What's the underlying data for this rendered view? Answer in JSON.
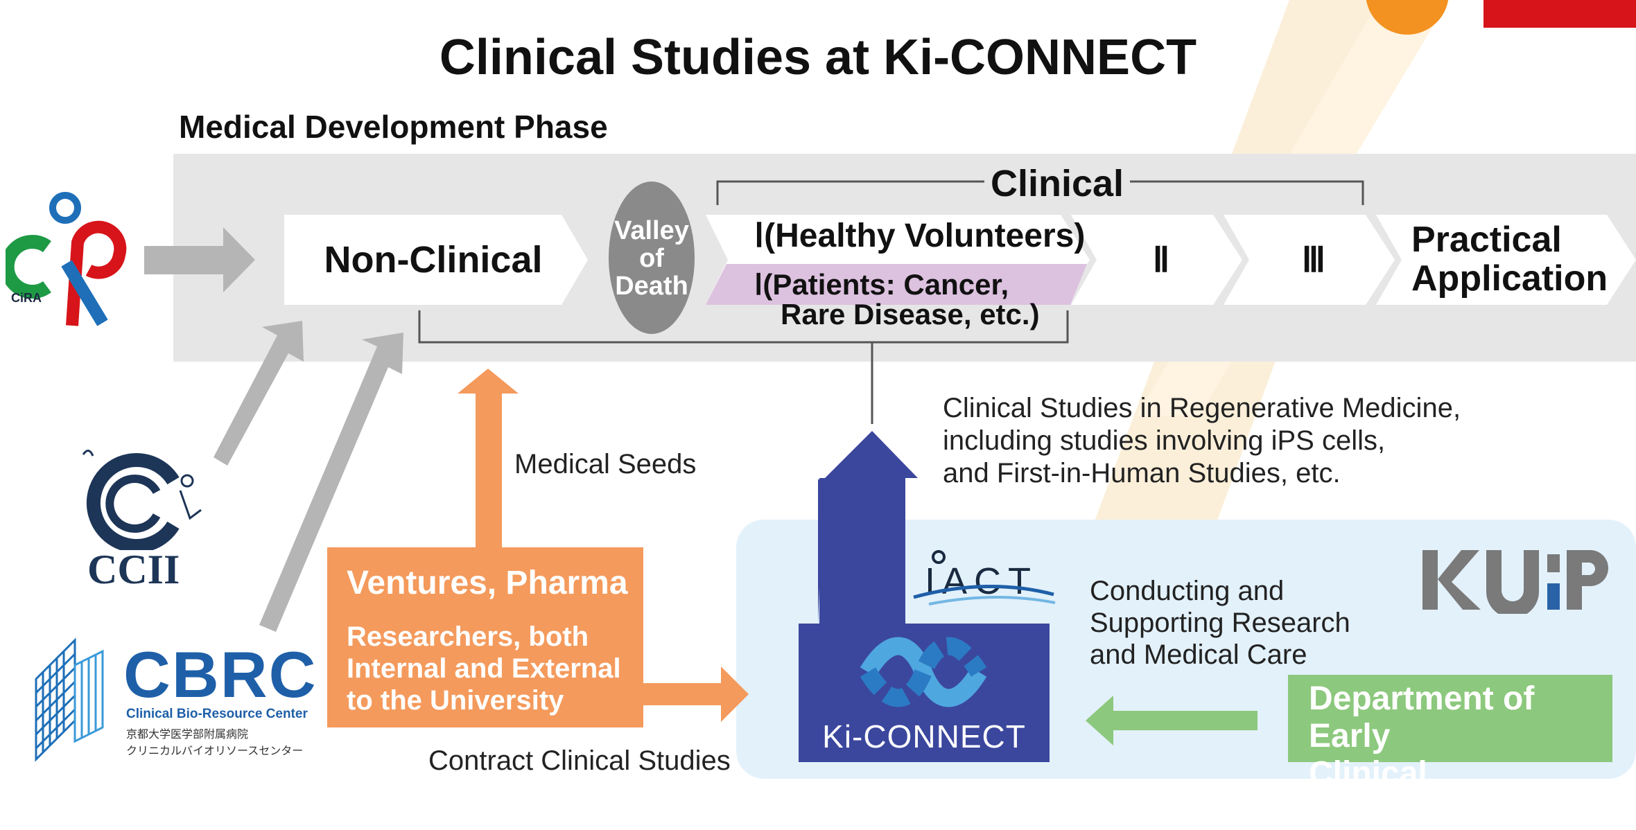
{
  "title": "Clinical Studies at Ki-CONNECT",
  "phase_title": "Medical Development Phase",
  "clinical_label": "Clinical",
  "phases": {
    "non_clinical": "Non-Clinical",
    "valley": [
      "Valley",
      "of",
      "Death"
    ],
    "phase1_healthy": "Ⅰ(Healthy Volunteers)",
    "phase1_patients_line1": "Ⅰ(Patients: Cancer,",
    "phase1_patients_line2": "Rare Disease, etc.)",
    "phase2": "Ⅱ",
    "phase3": "Ⅲ",
    "practical": [
      "Practical",
      "Application"
    ]
  },
  "medical_seeds": "Medical Seeds",
  "clinical_desc": [
    "Clinical Studies in Regenerative Medicine,",
    "including studies involving iPS cells,",
    "and First-in-Human Studies, etc."
  ],
  "ventures": {
    "title": "Ventures, Pharma",
    "lines": [
      "Researchers, both",
      "Internal and External",
      "to the University"
    ]
  },
  "contract": "Contract Clinical Studies",
  "conducting": [
    "Conducting and",
    "Supporting Research",
    "and Medical Care"
  ],
  "department": [
    "Department of Early",
    "Clinical Development"
  ],
  "logos": {
    "cira": "CiRA",
    "ccii": "CCII",
    "cbrc": "CBRC",
    "cbrc_sub": "Clinical Bio-Resource Center",
    "cbrc_jp1": "京都大学医学部附属病院",
    "cbrc_jp2": "クリニカルバイオリソースセンター",
    "iact": "IACT",
    "kiconnect": "Ki-CONNECT",
    "kuhp": "KU:P"
  },
  "colors": {
    "orange": "#F49A5C",
    "navy": "#3B479D",
    "green": "#8CC87D",
    "light_blue": "#E3F1FB",
    "gray_band": "#E6E6E6",
    "purple": "#DCC2DF"
  }
}
